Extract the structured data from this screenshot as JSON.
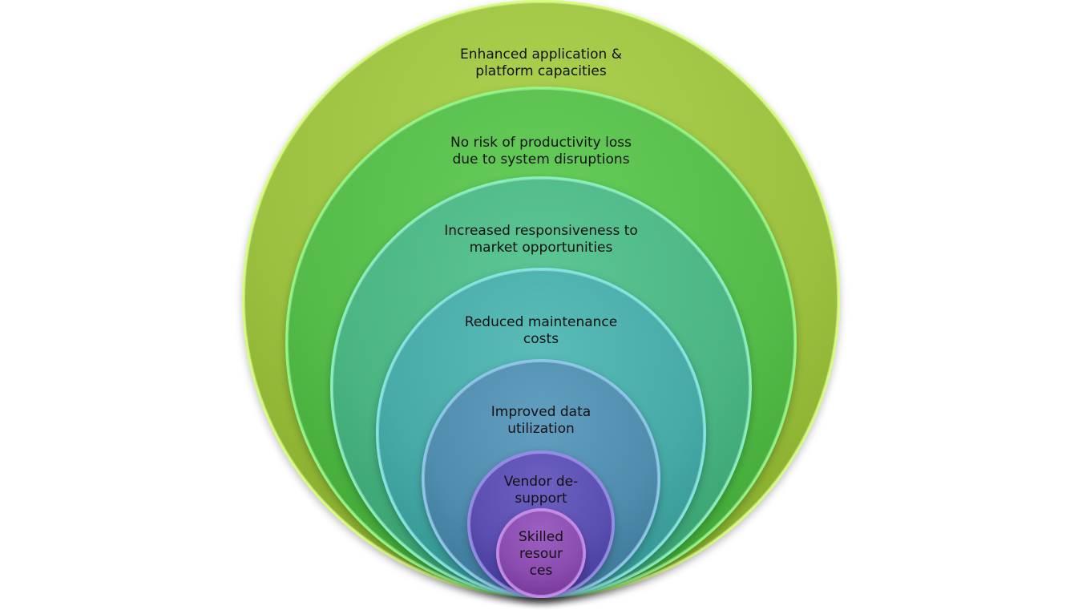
{
  "diagram": {
    "rings": [
      {
        "label": "Enhanced application  &\nplatform capacities",
        "color": "#9bc03f"
      },
      {
        "label": "No risk of productivity loss\ndue to system disruptions",
        "color": "#54bb49"
      },
      {
        "label": "Increased responsiveness to\nmarket opportunities",
        "color": "#4bb483"
      },
      {
        "label": "Reduced maintenance\ncosts",
        "color": "#47aaa6"
      },
      {
        "label": "Improved data\nutilization",
        "color": "#4f8cad"
      },
      {
        "label": "Vendor de-\nsupport",
        "color": "#5a4fb0"
      },
      {
        "label": "Skilled\nresour\nces",
        "color": "#8b4db0"
      }
    ]
  }
}
